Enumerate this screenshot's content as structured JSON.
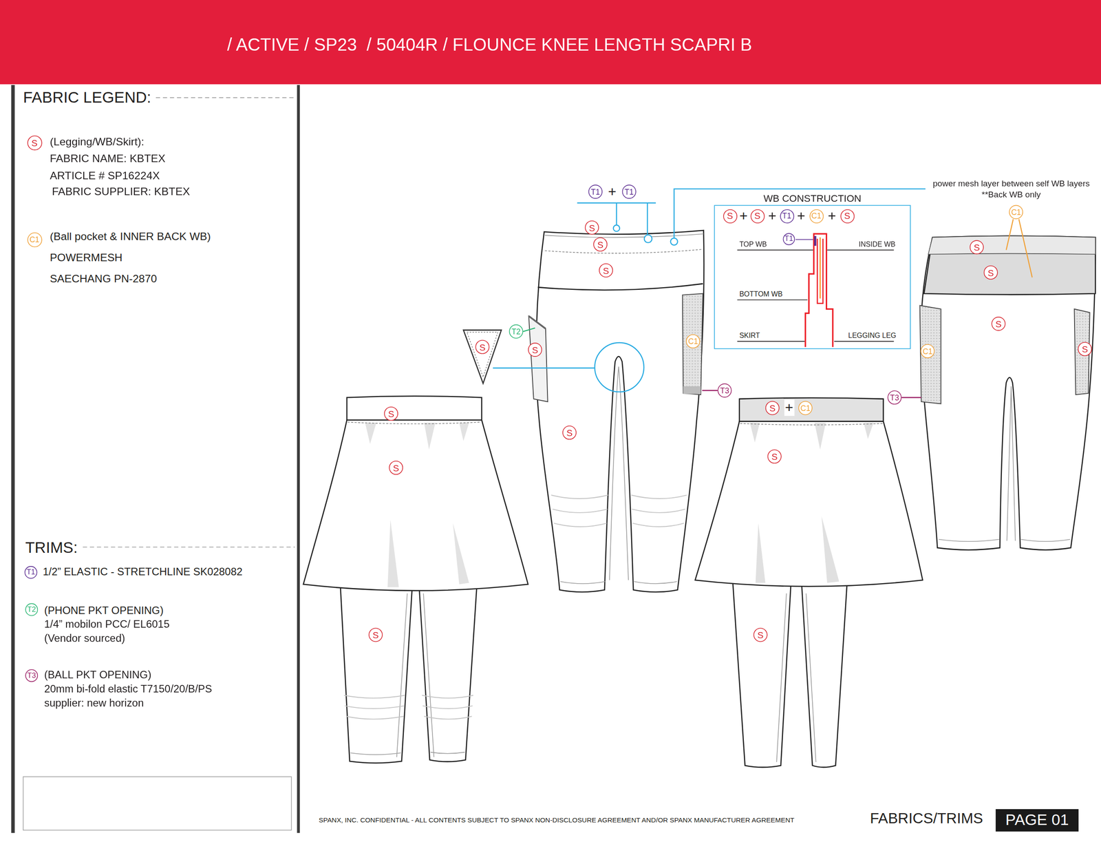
{
  "diagram": {
    "title": "/ ACTIVE / SP23  / 50404R / FLOUNCE KNEE LENGTH SCAPRI B",
    "nodes": [
      {
        "text": [
          "S"
        ]
      },
      {
        "text": [
          "C1"
        ]
      },
      {
        "text": [
          "T1"
        ]
      },
      {
        "text": [
          "T1"
        ]
      },
      {
        "text": [
          "WB CONSTRUCTION"
        ]
      },
      {
        "text": [
          "S"
        ],
        "in": 4
      },
      {
        "text": [
          "S"
        ],
        "in": 4
      },
      {
        "text": [
          "T1"
        ],
        "in": 4
      },
      {
        "text": [
          "C1"
        ],
        "in": 4
      },
      {
        "text": [
          "S"
        ],
        "in": 4
      },
      {
        "text": [
          "T1"
        ],
        "in": 4
      },
      {
        "text": [
          "C1"
        ]
      },
      {
        "text": [
          "S"
        ]
      },
      {
        "text": [
          "S"
        ]
      },
      {
        "text": [
          "S"
        ]
      },
      {
        "text": [
          "S"
        ]
      },
      {
        "text": [
          "S"
        ]
      },
      {
        "text": [
          "S"
        ]
      },
      {
        "text": [
          "T2"
        ]
      },
      {
        "text": [
          "S"
        ]
      },
      {
        "text": [
          "S"
        ]
      },
      {
        "text": [
          "C1"
        ]
      },
      {
        "text": [
          "S"
        ]
      },
      {
        "text": [
          "C1"
        ]
      },
      {
        "text": [
          "T3"
        ]
      },
      {
        "text": [
          "T3"
        ]
      },
      {
        "text": [
          "S"
        ]
      },
      {
        "text": [
          "C1"
        ]
      },
      {
        "text": [
          "S"
        ]
      },
      {
        "text": [
          "S"
        ]
      },
      {
        "text": [
          "S"
        ]
      },
      {
        "text": [
          "S"
        ]
      },
      {
        "text": [
          "T1"
        ]
      },
      {
        "text": [
          "T2"
        ]
      },
      {
        "text": [
          "S"
        ]
      },
      {
        "text": [
          "S"
        ]
      },
      {
        "text": [
          "T3"
        ]
      },
      {
        "text": [
          "PAGE 01"
        ]
      }
    ],
    "labels": [
      "FABRIC LEGEND:",
      "(Legging/WB/Skirt):",
      "FABRIC NAME: KBTEX",
      "ARTICLE # SP16224X",
      "FABRIC SUPPLIER: KBTEX",
      "(Ball pocket & INNER BACK WB)",
      "POWERMESH",
      "SAECHANG PN-2870",
      "TRIMS:",
      "1/2” ELASTIC - STRETCHLINE SK028082",
      "(PHONE PKT OPENING)",
      "1/4” mobilon PCC/ EL6015",
      "(Vendor sourced)",
      "(BALL PKT OPENING)",
      "20mm bi-fold elastic T7150/20/B/PS",
      "supplier: new horizon",
      "+",
      "power mesh layer between self WB layers",
      "**Back WB only",
      "+",
      "+",
      "+",
      "+",
      "TOP WB",
      "INSIDE WB",
      "BOTTOM WB",
      "SKIRT",
      "LEGGING LEG",
      "+",
      "SPANX, INC. CONFIDENTIAL - ALL CONTENTS SUBJECT TO SPANX NON-DISCLOSURE AGREEMENT AND/OR SPANX MANUFACTURER AGREEMENT",
      "FABRICS/TRIMS"
    ]
  }
}
